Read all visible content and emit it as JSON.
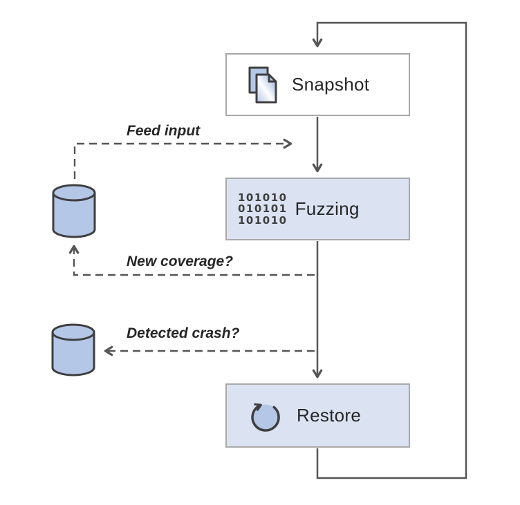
{
  "colors": {
    "node_fill": "#dbe3f3",
    "node_border": "#a9a9a9",
    "snapshot_fill": "#ffffff",
    "cylinder_fill": "#b4c7e7",
    "shape_outline": "#3f3f3f",
    "arrow": "#555555",
    "text": "#262626"
  },
  "nodes": {
    "snapshot": {
      "label": "Snapshot",
      "icon": "copy-documents-icon"
    },
    "fuzzing": {
      "label": "Fuzzing",
      "icon": "binary-code-icon",
      "icon_rows": [
        "101010",
        "010101",
        "101010"
      ]
    },
    "restore": {
      "label": "Restore",
      "icon": "restore-circular-arrow-icon"
    }
  },
  "stores": {
    "input_database": {
      "icon": "database-cylinder-icon"
    },
    "crash_database": {
      "icon": "database-cylinder-icon"
    }
  },
  "edges": {
    "feed_input": {
      "label": "Feed input",
      "style": "dashed",
      "from": "input-database",
      "to": "fuzzing"
    },
    "new_coverage": {
      "label": "New coverage?",
      "style": "dashed",
      "from": "fuzzing",
      "to": "input-database"
    },
    "detected_crash": {
      "label": "Detected crash?",
      "style": "dashed",
      "from": "fuzzing",
      "to": "crash-database"
    },
    "snapshot_to_fuzzing": {
      "style": "solid",
      "from": "snapshot",
      "to": "fuzzing"
    },
    "fuzzing_to_restore": {
      "style": "solid",
      "from": "fuzzing",
      "to": "restore"
    },
    "restore_loop": {
      "style": "solid",
      "from": "restore",
      "to": "snapshot"
    }
  }
}
